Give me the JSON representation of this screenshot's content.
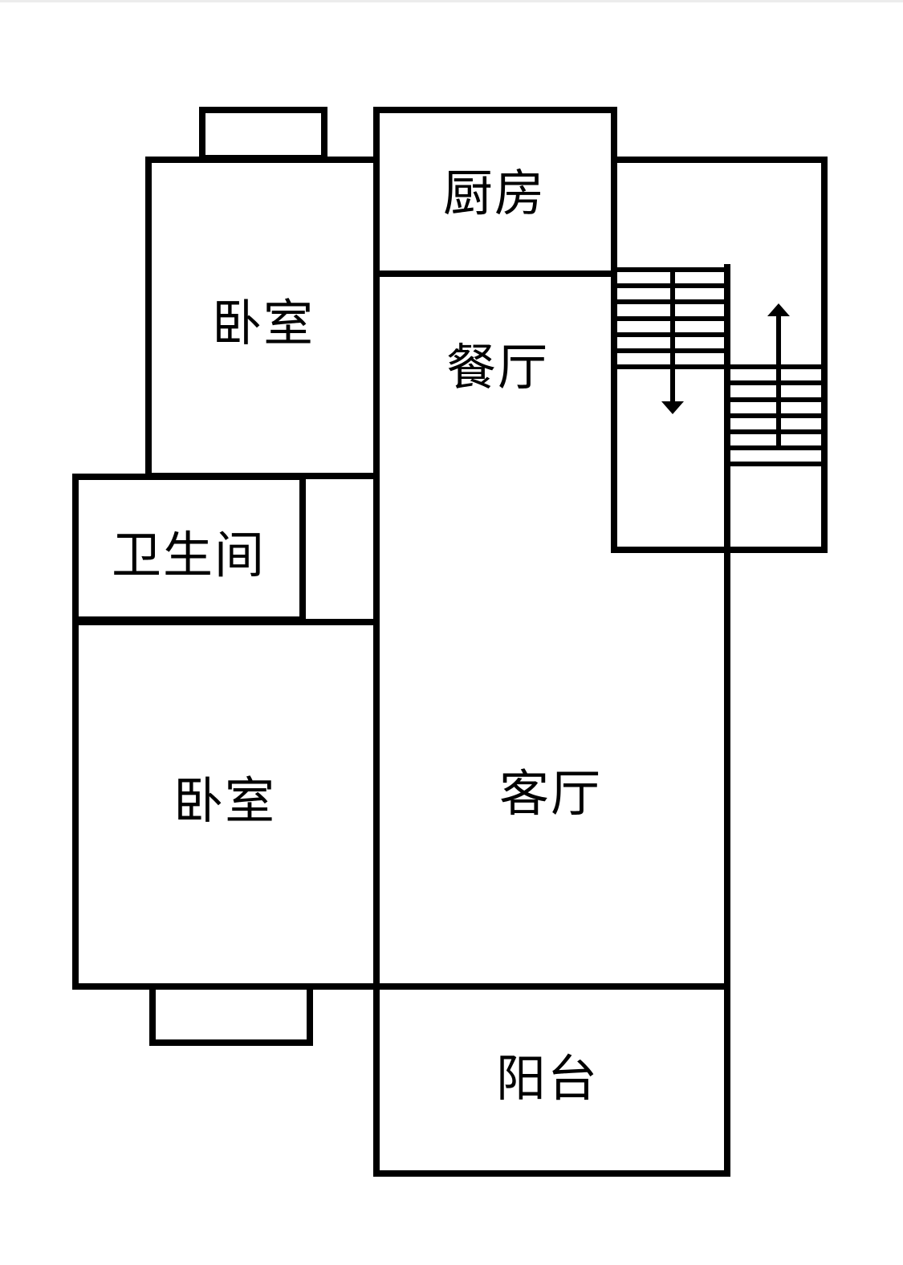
{
  "diagram": {
    "type": "floor-plan",
    "rooms": [
      {
        "id": "kitchen",
        "label": "厨房"
      },
      {
        "id": "bedroom-top",
        "label": "卧室"
      },
      {
        "id": "dining",
        "label": "餐厅"
      },
      {
        "id": "bathroom",
        "label": "卫生间"
      },
      {
        "id": "bedroom-bottom",
        "label": "卧室"
      },
      {
        "id": "living",
        "label": "客厅"
      },
      {
        "id": "balcony",
        "label": "阳台"
      }
    ],
    "stairs": {
      "up_arrow": "up",
      "down_arrow": "down"
    },
    "colors": {
      "wall": "#000000",
      "background": "#ffffff"
    }
  }
}
